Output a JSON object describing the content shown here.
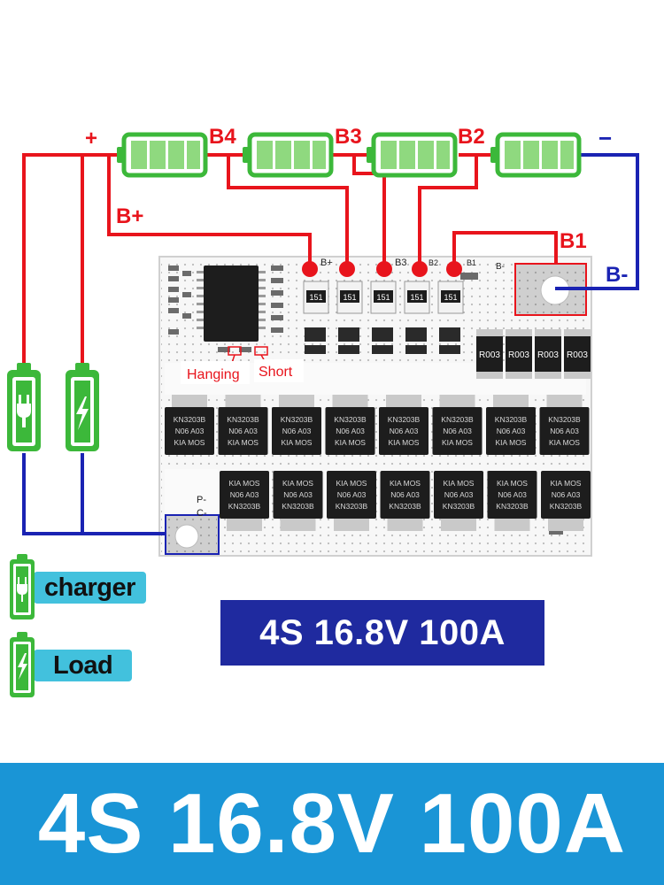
{
  "labels": {
    "plus": "+",
    "minus": "−",
    "b4": "B4",
    "b3": "B3",
    "b2": "B2",
    "b1": "B1",
    "b_plus": "B+",
    "b_minus": "B-",
    "board_b_plus": "B+",
    "board_b3": "B3",
    "board_b2": "B2",
    "board_b1": "B1",
    "board_b_minus": "B-",
    "board_p_minus": "P-",
    "board_c_minus": "C-",
    "hanging": "Hanging",
    "short": "Short"
  },
  "resistors": [
    "151",
    "151",
    "151",
    "151",
    "151"
  ],
  "shunts": [
    "R003",
    "R003",
    "R003",
    "R003"
  ],
  "mosfet_top": [
    {
      "line1": "KN3203B",
      "line2": "N06 A03",
      "line3": "KIA MOS"
    },
    {
      "line1": "KN3203B",
      "line2": "N06 A03",
      "line3": "KIA MOS"
    },
    {
      "line1": "KN3203B",
      "line2": "N06 A03",
      "line3": "KIA MOS"
    },
    {
      "line1": "KN3203B",
      "line2": "N06 A03",
      "line3": "KIA MOS"
    },
    {
      "line1": "KN3203B",
      "line2": "N06 A03",
      "line3": "KIA MOS"
    },
    {
      "line1": "KN3203B",
      "line2": "N06 A03",
      "line3": "KIA MOS"
    },
    {
      "line1": "KN3203B",
      "line2": "N06 A03",
      "line3": "KIA MOS"
    },
    {
      "line1": "KN3203B",
      "line2": "N06 A03",
      "line3": "KIA MOS"
    }
  ],
  "mosfet_bottom": [
    {
      "line1": "KIA MOS",
      "line2": "N06 A03",
      "line3": "KN3203B"
    },
    {
      "line1": "KIA MOS",
      "line2": "N06 A03",
      "line3": "KN3203B"
    },
    {
      "line1": "KIA MOS",
      "line2": "N06 A03",
      "line3": "KN3203B"
    },
    {
      "line1": "KIA MOS",
      "line2": "N06 A03",
      "line3": "KN3203B"
    },
    {
      "line1": "KIA MOS",
      "line2": "N06 A03",
      "line3": "KN3203B"
    },
    {
      "line1": "KIA MOS",
      "line2": "N06 A03",
      "line3": "KN3203B"
    },
    {
      "line1": "KIA MOS",
      "line2": "N06 A03",
      "line3": "KN3203B"
    }
  ],
  "spec_badge": "4S 16.8V 100A",
  "legend": [
    {
      "label": "charger",
      "icon": "plug-icon"
    },
    {
      "label": "Load",
      "icon": "lightning-icon"
    }
  ],
  "footer": "4S 16.8V 100A",
  "colors": {
    "red_wire": "#e8141c",
    "blue_wire": "#1a23b3",
    "battery_green": "#3cb83a",
    "battery_fill": "#8fd97f",
    "badge_navy": "#1f2a9f",
    "legend_cyan": "#42c1dd",
    "footer_blue": "#1a95d6"
  }
}
